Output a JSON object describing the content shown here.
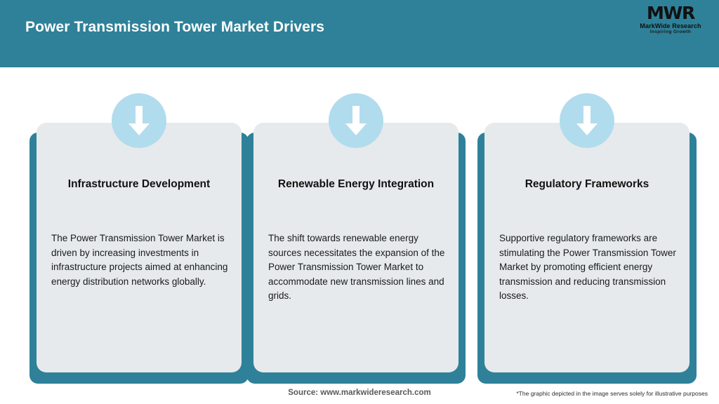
{
  "header": {
    "title": "Power Transmission Tower Market Drivers",
    "bg_color": "#2e8199",
    "logo": {
      "mark": "MWR",
      "name": "MarkWide Research",
      "tagline": "Inspiring Growth"
    }
  },
  "cards": [
    {
      "icon": "arrow-down-icon",
      "title": "Infrastructure Development",
      "body": "The Power Transmission Tower Market is driven by increasing investments in infrastructure projects aimed at enhancing energy distribution networks globally."
    },
    {
      "icon": "arrow-down-icon",
      "title": "Renewable Energy Integration",
      "body": "The shift towards renewable energy sources necessitates the expansion of the Power Transmission Tower Market to accommodate new transmission lines and grids."
    },
    {
      "icon": "arrow-down-icon",
      "title": "Regulatory Frameworks",
      "body": "Supportive regulatory frameworks are stimulating the Power Transmission Tower Market by promoting efficient energy transmission and reducing transmission losses."
    }
  ],
  "footer": {
    "source": "Source: www.markwideresearch.com",
    "note": "*The graphic depicted in the image serves solely for illustrative purposes"
  },
  "colors": {
    "accent_teal": "#2e8199",
    "card_bg": "#e6eaec",
    "icon_circle": "#b1dced",
    "icon_arrow": "#ffffff"
  }
}
